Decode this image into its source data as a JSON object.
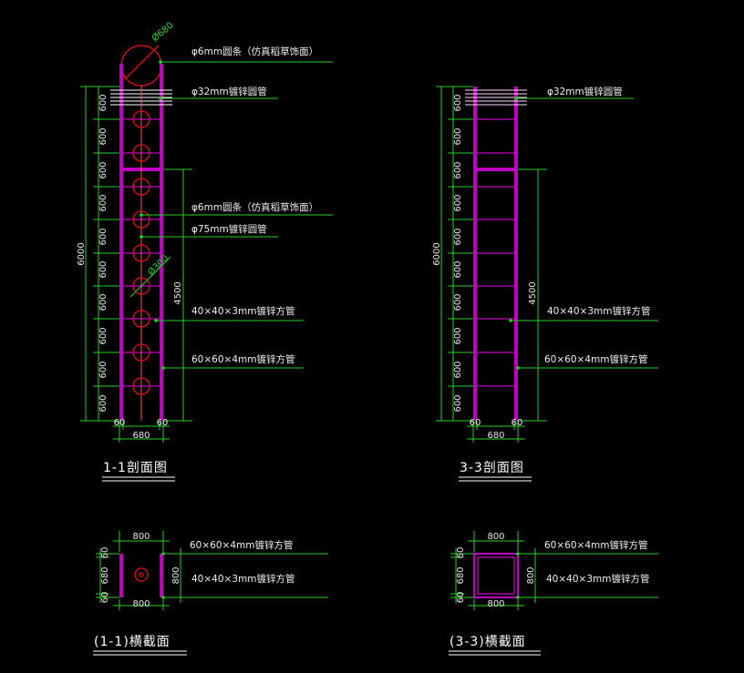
{
  "sections": {
    "s1": {
      "title": "1-1剖面图",
      "circle_top": "Ø680",
      "circle_mid": "Ø300",
      "total_height": "6000",
      "segment_height": "4500",
      "seg_top": "600",
      "seg_list": [
        "600",
        "600",
        "600",
        "600",
        "600",
        "600",
        "600",
        "600",
        "600"
      ],
      "bottom_left": "60",
      "bottom_right": "60",
      "bottom_width": "680",
      "labels": {
        "rod_top": "φ6mm圆条（仿真稻草饰面）",
        "pipe_top": "φ32mm镀锌圆管",
        "rod_mid": "φ6mm圆条（仿真稻草饰面）",
        "pipe_mid": "φ75mm镀锌圆管",
        "tube_40": "40×40×3mm镀锌方管",
        "tube_60": "60×60×4mm镀锌方管"
      }
    },
    "s3": {
      "title": "3-3剖面图",
      "total_height": "6000",
      "segment_height": "4500",
      "seg_top": "600",
      "seg_list": [
        "600",
        "600",
        "600",
        "600",
        "600",
        "600",
        "600",
        "600",
        "600"
      ],
      "bottom_left": "60",
      "bottom_right": "60",
      "bottom_width": "680",
      "labels": {
        "pipe_top": "φ32mm镀锌圆管",
        "tube_40": "40×40×3mm镀锌方管",
        "tube_60": "60×60×4mm镀锌方管"
      }
    },
    "c1": {
      "title": "(1-1)横截面",
      "top_dim": "800",
      "bottom_dim": "800",
      "right_dim": "800",
      "left_dims": [
        "60",
        "680",
        "60"
      ],
      "labels": {
        "tube_60": "60×60×4mm镀锌方管",
        "tube_40": "40×40×3mm镀锌方管"
      }
    },
    "c3": {
      "title": "(3-3)横截面",
      "top_dim": "800",
      "bottom_dim": "800",
      "right_dim": "800",
      "left_dims": [
        "60",
        "680",
        "60"
      ],
      "labels": {
        "tube_60": "60×60×4mm镀锌方管",
        "tube_40": "40×40×3mm镀锌方管"
      }
    }
  },
  "colors": {
    "background": "#000000",
    "dimension": "#27d127",
    "frame": "#c000c0",
    "sphere": "#e01010",
    "text": "#ffffff"
  }
}
